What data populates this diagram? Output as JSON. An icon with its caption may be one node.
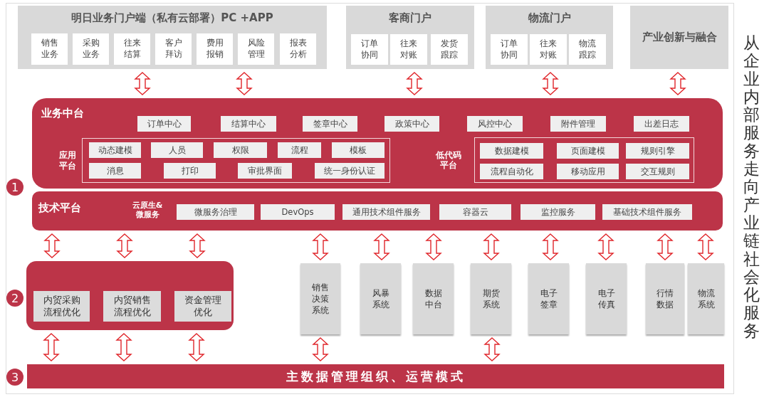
{
  "diagram": {
    "nodes": [
      {
        "text": [
          "明日业务门户端（私有云部署）PC +APP"
        ]
      },
      {
        "text": [
          "销售业务"
        ],
        "in": 0
      },
      {
        "text": [
          "采购业务"
        ],
        "in": 0
      },
      {
        "text": [
          "往来结算"
        ],
        "in": 0
      },
      {
        "text": [
          "客户拜访"
        ],
        "in": 0
      },
      {
        "text": [
          "费用报销"
        ],
        "in": 0
      },
      {
        "text": [
          "风险管理"
        ],
        "in": 0
      },
      {
        "text": [
          "报表分析"
        ],
        "in": 0
      },
      {
        "text": [
          "客商门户"
        ]
      },
      {
        "text": [
          "订单协同"
        ],
        "in": 8
      },
      {
        "text": [
          "往来对账"
        ],
        "in": 8
      },
      {
        "text": [
          "发货跟踪"
        ],
        "in": 8
      },
      {
        "text": [
          "物流门户"
        ]
      },
      {
        "text": [
          "订单协同"
        ],
        "in": 12
      },
      {
        "text": [
          "往来对账"
        ],
        "in": 12
      },
      {
        "text": [
          "物流跟踪"
        ],
        "in": 12
      },
      {
        "text": [
          "产业创新与融合"
        ]
      },
      {
        "text": [
          "业务中台"
        ]
      },
      {
        "text": [
          "订单中心"
        ],
        "in": 17
      },
      {
        "text": [
          "结算中心"
        ],
        "in": 17
      },
      {
        "text": [
          "签章中心"
        ],
        "in": 17
      },
      {
        "text": [
          "政策中心"
        ],
        "in": 17
      },
      {
        "text": [
          "风控中心"
        ],
        "in": 17
      },
      {
        "text": [
          "附件管理"
        ],
        "in": 17
      },
      {
        "text": [
          "出差日志"
        ],
        "in": 17
      },
      {
        "text": [
          "应用平台"
        ],
        "in": 17
      },
      {
        "text": [
          "动态建模"
        ],
        "in": 25
      },
      {
        "text": [
          "人员"
        ],
        "in": 25
      },
      {
        "text": [
          "权限"
        ],
        "in": 25
      },
      {
        "text": [
          "流程"
        ],
        "in": 25
      },
      {
        "text": [
          "模板"
        ],
        "in": 25
      },
      {
        "text": [
          "消息"
        ],
        "in": 25
      },
      {
        "text": [
          "打印"
        ],
        "in": 25
      },
      {
        "text": [
          "审批界面"
        ],
        "in": 25
      },
      {
        "text": [
          "统一身份认证"
        ],
        "in": 25
      },
      {
        "text": [
          "低代码平台"
        ],
        "in": 17
      },
      {
        "text": [
          "数据建模"
        ],
        "in": 35
      },
      {
        "text": [
          "页面建模"
        ],
        "in": 35
      },
      {
        "text": [
          "规则引擎"
        ],
        "in": 35
      },
      {
        "text": [
          "流程自动化"
        ],
        "in": 35
      },
      {
        "text": [
          "移动应用"
        ],
        "in": 35
      },
      {
        "text": [
          "交互规则"
        ],
        "in": 35
      },
      {
        "text": [
          "技术平台",
          "云原生&微服务"
        ]
      },
      {
        "text": [
          "微服务治理"
        ],
        "in": 42
      },
      {
        "text": [
          "DevOps"
        ],
        "in": 42
      },
      {
        "text": [
          "通用技术组件服务"
        ],
        "in": 42
      },
      {
        "text": [
          "容器云"
        ],
        "in": 42
      },
      {
        "text": [
          "监控服务"
        ],
        "in": 42
      },
      {
        "text": [
          "基础技术组件服务"
        ],
        "in": 42
      },
      {
        "text": [],
        "shape": "box"
      },
      {
        "text": [
          "内贸采购流程优化"
        ],
        "in": 49
      },
      {
        "text": [
          "内贸销售流程优化"
        ],
        "in": 49
      },
      {
        "text": [
          "资金管理优化"
        ],
        "in": 49
      },
      {
        "text": [
          "销售决策系统"
        ]
      },
      {
        "text": [
          "风暴系统"
        ]
      },
      {
        "text": [
          "数据中台"
        ]
      },
      {
        "text": [
          "期货系统"
        ]
      },
      {
        "text": [
          "电子签章"
        ]
      },
      {
        "text": [
          "电子传真"
        ]
      },
      {
        "text": [
          "行情数据"
        ]
      },
      {
        "text": [
          "物流系统"
        ]
      },
      {
        "text": [
          "主数据管理组织、运营模式"
        ]
      }
    ],
    "edges": [
      {
        "from": 0,
        "to": 17,
        "arrow": "both"
      },
      {
        "from": 0,
        "to": 17,
        "arrow": "both"
      },
      {
        "from": 8,
        "to": 17,
        "arrow": "both"
      },
      {
        "from": 12,
        "to": 17,
        "arrow": "both"
      },
      {
        "from": 16,
        "to": 17,
        "arrow": "both"
      },
      {
        "from": 42,
        "to": 49,
        "arrow": "both"
      },
      {
        "from": 42,
        "to": 49,
        "arrow": "both"
      },
      {
        "from": 42,
        "to": 49,
        "arrow": "both"
      },
      {
        "from": 42,
        "to": 53,
        "arrow": "both"
      },
      {
        "from": 42,
        "to": 54,
        "arrow": "both"
      },
      {
        "from": 42,
        "to": 55,
        "arrow": "both"
      },
      {
        "from": 42,
        "to": 56,
        "arrow": "both"
      },
      {
        "from": 42,
        "to": 57,
        "arrow": "both"
      },
      {
        "from": 42,
        "to": 58,
        "arrow": "both"
      },
      {
        "from": 42,
        "to": 59,
        "arrow": "both"
      },
      {
        "from": 42,
        "to": 60,
        "arrow": "both"
      },
      {
        "from": 49,
        "to": 61,
        "arrow": "both"
      },
      {
        "from": 49,
        "to": 61,
        "arrow": "both"
      },
      {
        "from": 49,
        "to": 61,
        "arrow": "both"
      },
      {
        "from": 53,
        "to": 61,
        "arrow": "both"
      },
      {
        "from": 56,
        "to": 61,
        "arrow": "both"
      }
    ],
    "labels": [
      "1",
      "2",
      "3",
      "从企业内部服务走向产业链社会化服务"
    ]
  }
}
